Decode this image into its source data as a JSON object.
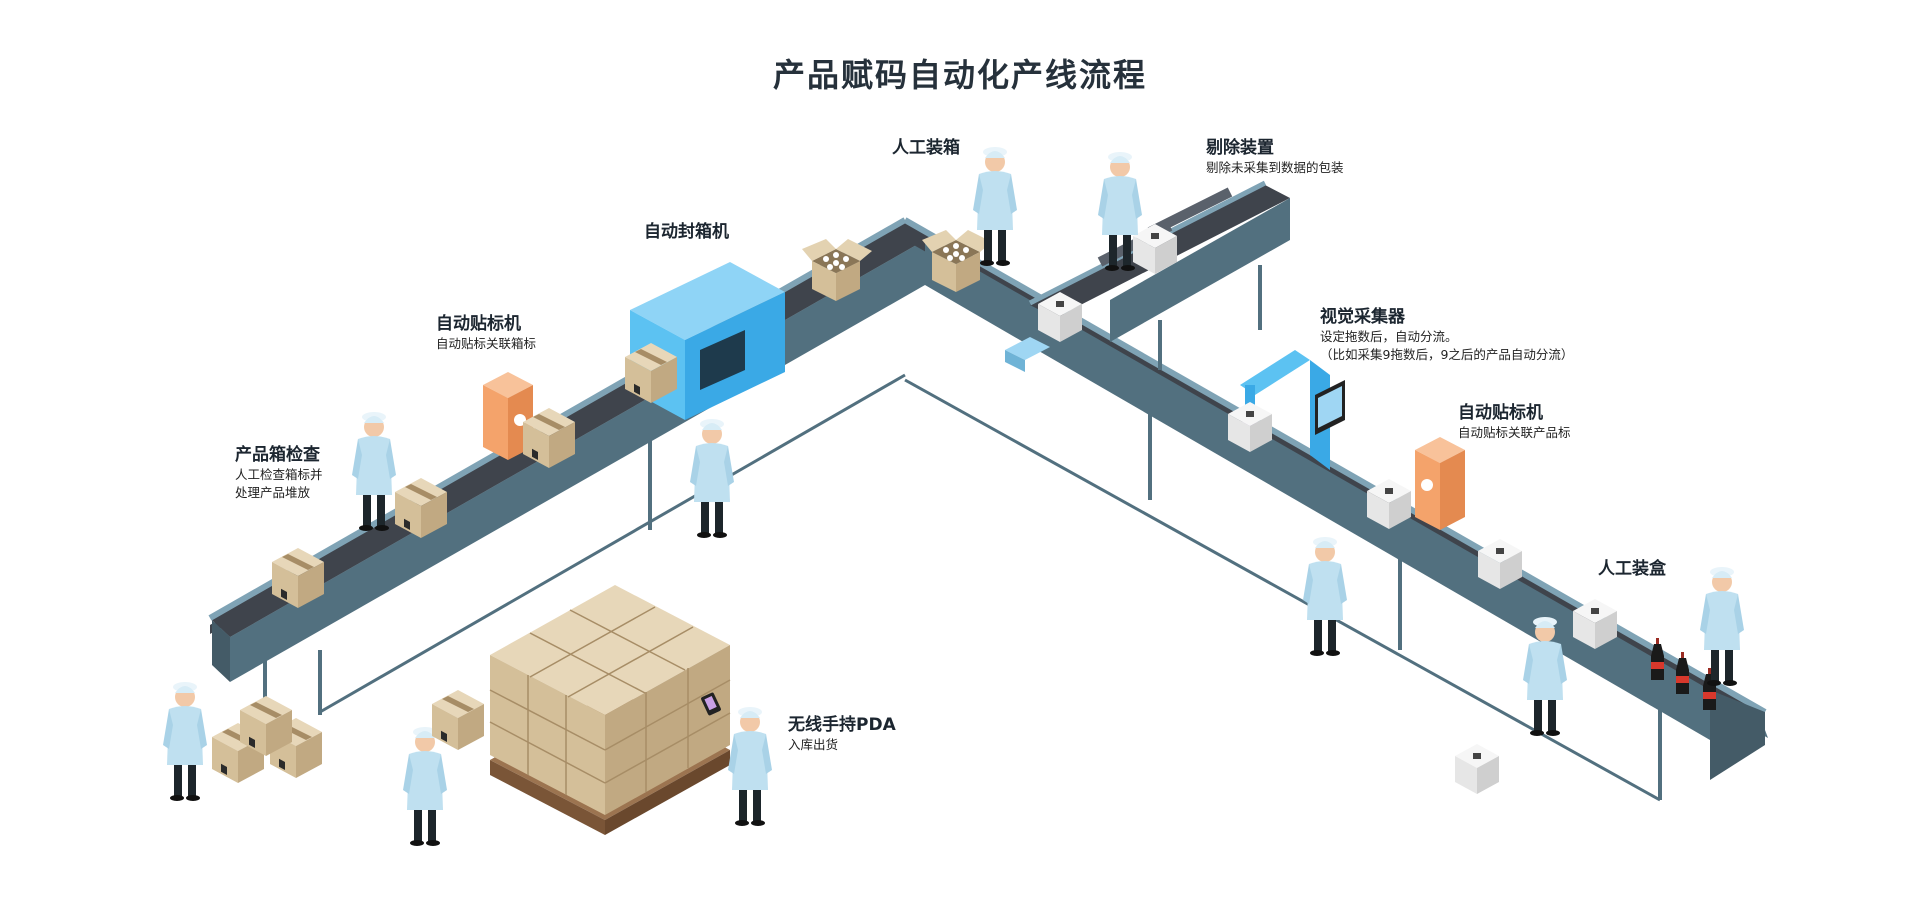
{
  "title": "产品赋码自动化产线流程",
  "stations": {
    "inspection": {
      "title": "产品箱检查",
      "desc": [
        "人工检查箱标并",
        "处理产品堆放"
      ]
    },
    "labeler_box": {
      "title": "自动贴标机",
      "desc": [
        "自动贴标关联箱标"
      ]
    },
    "sealer": {
      "title": "自动封箱机",
      "desc": []
    },
    "manual_pack": {
      "title": "人工装箱",
      "desc": []
    },
    "reject": {
      "title": "剔除装置",
      "desc": [
        "剔除未采集到数据的包装"
      ]
    },
    "vision": {
      "title": "视觉采集器",
      "desc": [
        "设定拖数后，自动分流。",
        "（比如采集9拖数后，9之后的产品自动分流）"
      ]
    },
    "labeler_product": {
      "title": "自动贴标机",
      "desc": [
        "自动贴标关联产品标"
      ]
    },
    "manual_box": {
      "title": "人工装盒",
      "desc": []
    },
    "pda": {
      "title": "无线手持PDA",
      "desc": [
        "入库出货"
      ]
    }
  },
  "colors": {
    "belt_top": "#3f444c",
    "belt_side": "#52707f",
    "belt_rail": "#6f93a6",
    "sealer": "#5cc2f2",
    "labeler": "#f4a36b",
    "vision": "#3aa9e6",
    "cardboard": "#dcc9a8",
    "cardboard_dark": "#b9a27f",
    "worker_coat": "#bfe0f0",
    "worker_pants": "#1d262b"
  }
}
